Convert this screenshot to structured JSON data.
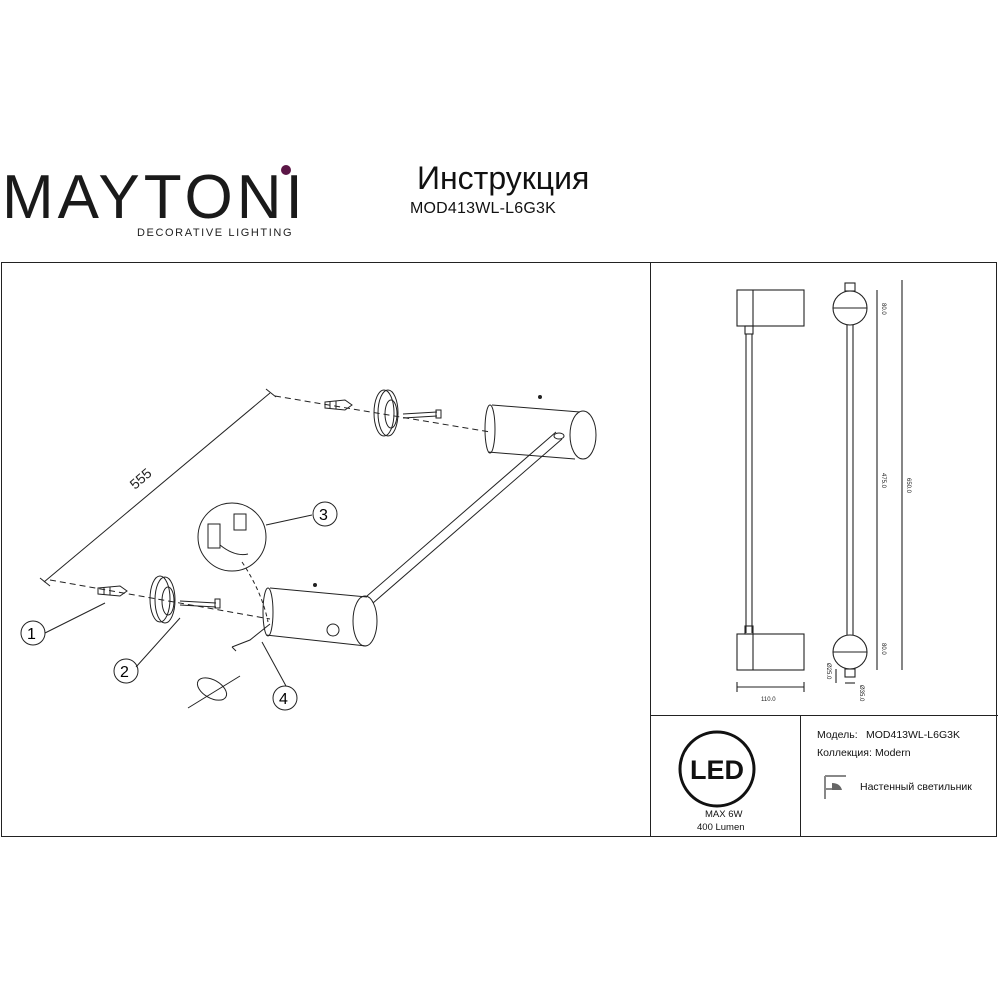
{
  "header": {
    "brand": "MAYTONI",
    "tagline": "DECORATIVE LIGHTING",
    "title": "Инструкция",
    "model": "MOD413WL-L6G3K"
  },
  "assembly": {
    "dimension": "555",
    "callouts": [
      "1",
      "2",
      "3",
      "4"
    ]
  },
  "drawing": {
    "dim_width": "110.0",
    "dim_total": "650.0",
    "dim_middle": "475.0",
    "dim_top": "80.0",
    "dim_bottom": "80.0",
    "dim_dia_small": "Ø25.0",
    "dim_dia_large": "Ø35.0"
  },
  "info": {
    "model_label": "Модель:",
    "model_value": "MOD413WL-L6G3K",
    "collection_label": "Коллекция:",
    "collection_value": "Modern",
    "type_label": "Настенный светильник",
    "led_badge": "LED",
    "max_power": "MAX 6W",
    "lumen": "400 Lumen"
  },
  "colors": {
    "brand_i_dot": "#5b1646",
    "line": "#222222"
  },
  "icons": [
    "wall-lamp-icon",
    "led-icon"
  ]
}
